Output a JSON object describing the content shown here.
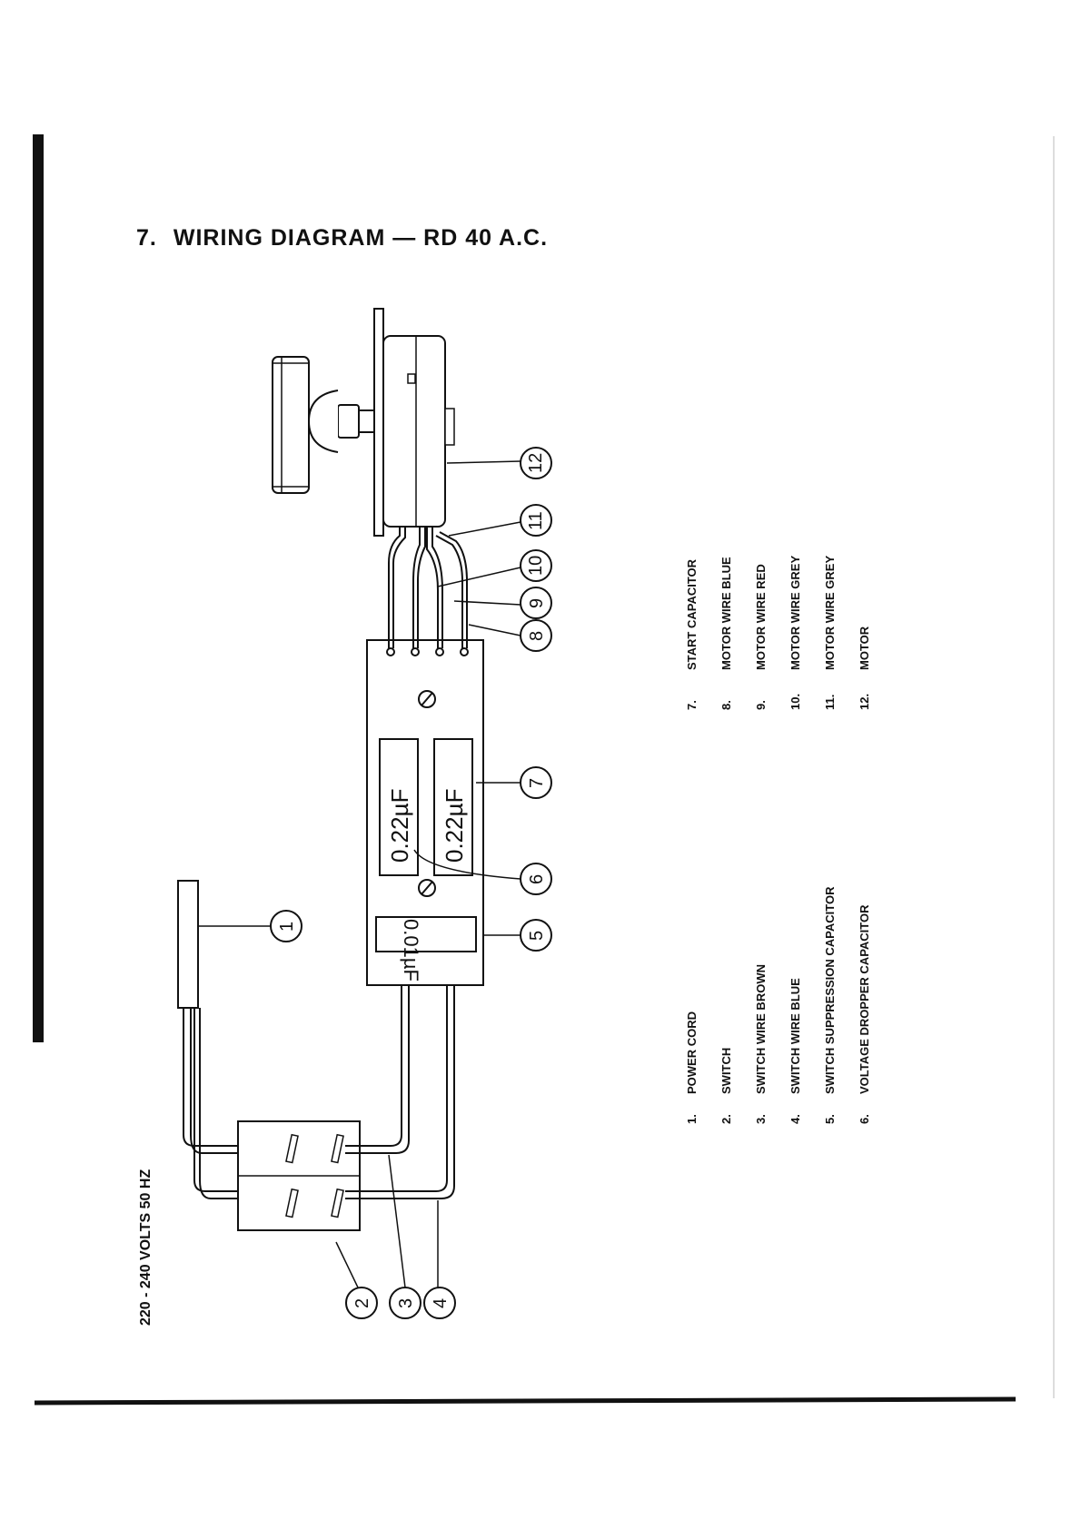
{
  "section": {
    "number": "7.",
    "title": "WIRING DIAGRAM — RD 40 A.C."
  },
  "supply_label": "220 - 240 VOLTS  50 HZ",
  "capacitors": {
    "suppression_value": "0.01µF",
    "dropper_value": "0.22µF",
    "start_value": "0.22µF"
  },
  "callouts": [
    "1",
    "2",
    "3",
    "4",
    "5",
    "6",
    "7",
    "8",
    "9",
    "10",
    "11",
    "12"
  ],
  "legend": [
    {
      "num": "1.",
      "text": "POWER CORD"
    },
    {
      "num": "2.",
      "text": "SWITCH"
    },
    {
      "num": "3.",
      "text": "SWITCH WIRE BROWN"
    },
    {
      "num": "4.",
      "text": "SWITCH WIRE BLUE"
    },
    {
      "num": "5.",
      "text": "SWITCH SUPPRESSION CAPACITOR"
    },
    {
      "num": "6.",
      "text": "VOLTAGE DROPPER CAPACITOR"
    },
    {
      "num": "7.",
      "text": "START CAPACITOR"
    },
    {
      "num": "8.",
      "text": "MOTOR WIRE BLUE"
    },
    {
      "num": "9.",
      "text": "MOTOR WIRE RED"
    },
    {
      "num": "10.",
      "text": "MOTOR WIRE GREY"
    },
    {
      "num": "11.",
      "text": "MOTOR WIRE GREY"
    },
    {
      "num": "12.",
      "text": "MOTOR"
    }
  ]
}
